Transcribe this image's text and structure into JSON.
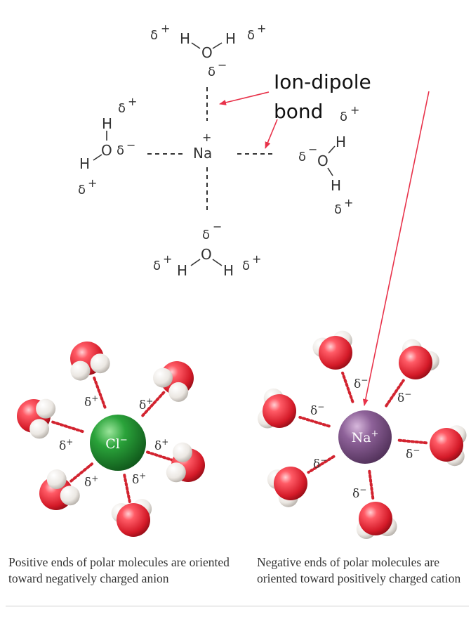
{
  "top_diagram": {
    "sodium_ion": {
      "symbol": "Na",
      "charge": "+"
    },
    "water_top": {
      "h_left": "H",
      "o": "O",
      "h_right": "H",
      "delta_left": "δ",
      "delta_left_sign": "+",
      "delta_right": "δ",
      "delta_right_sign": "+",
      "delta_o": "δ",
      "delta_o_sign": "−"
    },
    "water_left": {
      "h_top": "H",
      "o": "O",
      "h_bottom": "H",
      "delta_top": "δ",
      "delta_top_sign": "+",
      "delta_bottom": "δ",
      "delta_bottom_sign": "+",
      "delta_o": "δ",
      "delta_o_sign": "−"
    },
    "water_right": {
      "h_top": "H",
      "o": "O",
      "h_bottom": "H",
      "delta_top": "δ",
      "delta_top_sign": "+",
      "delta_bottom": "δ",
      "delta_bottom_sign": "+",
      "delta_o": "δ",
      "delta_o_sign": "−"
    },
    "water_bottom": {
      "h_left": "H",
      "o": "O",
      "h_right": "H",
      "delta_left": "δ",
      "delta_left_sign": "+",
      "delta_right": "δ",
      "delta_right_sign": "+",
      "delta_o": "δ",
      "delta_o_sign": "−"
    }
  },
  "annotation": {
    "line1": "Ion-dipole",
    "line2": "bond",
    "arrow_color": "#e8324a"
  },
  "anion_model": {
    "ion_label": "Cl",
    "ion_charge": "−",
    "ion_color": "#1f8a2f",
    "partial_label": "δ",
    "partial_sign": "+"
  },
  "cation_model": {
    "ion_label": "Na",
    "ion_charge": "+",
    "ion_color": "#8a5a93",
    "partial_label": "δ",
    "partial_sign": "−"
  },
  "colors": {
    "oxygen": "#e0202e",
    "hydrogen": "#ece9e4",
    "bond_dots": "#d2232f"
  },
  "captions": {
    "left": "Positive ends of polar molecules are oriented toward negatively charged anion",
    "right": "Negative ends of polar molecules are oriented toward positively charged cation"
  }
}
